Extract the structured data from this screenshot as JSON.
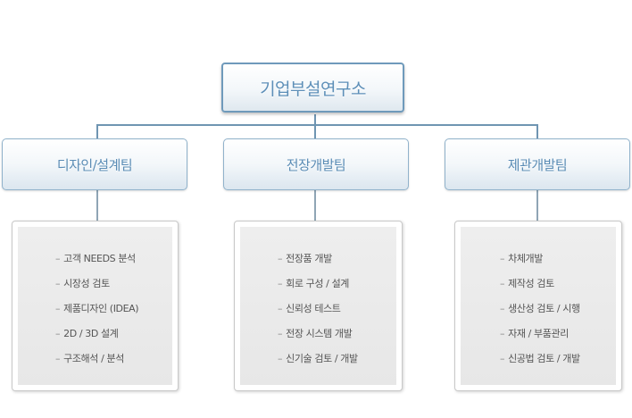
{
  "root": {
    "title": "기업부설연구소"
  },
  "teams": [
    {
      "name": "디자인/설계팀",
      "tasks": [
        "고객 NEEDS 분석",
        "시장성 검토",
        "제품디자인 (IDEA)",
        "2D / 3D 설계",
        "구조해석 / 분석"
      ]
    },
    {
      "name": "전장개발팀",
      "tasks": [
        "전장품 개발",
        "회로 구성 / 설계",
        "신뢰성 테스트",
        "전장 시스템 개발",
        "신기술 검토 / 개발"
      ]
    },
    {
      "name": "제관개발팀",
      "tasks": [
        "차체개발",
        "제작성 검토",
        "생산성 검토 / 시행",
        "자재 / 부품관리",
        "신공법 검토 / 개발"
      ]
    }
  ],
  "bullet": "–",
  "colors": {
    "line": "#6f95b2",
    "title_text": "#5a8cb5",
    "task_text": "#555555"
  }
}
